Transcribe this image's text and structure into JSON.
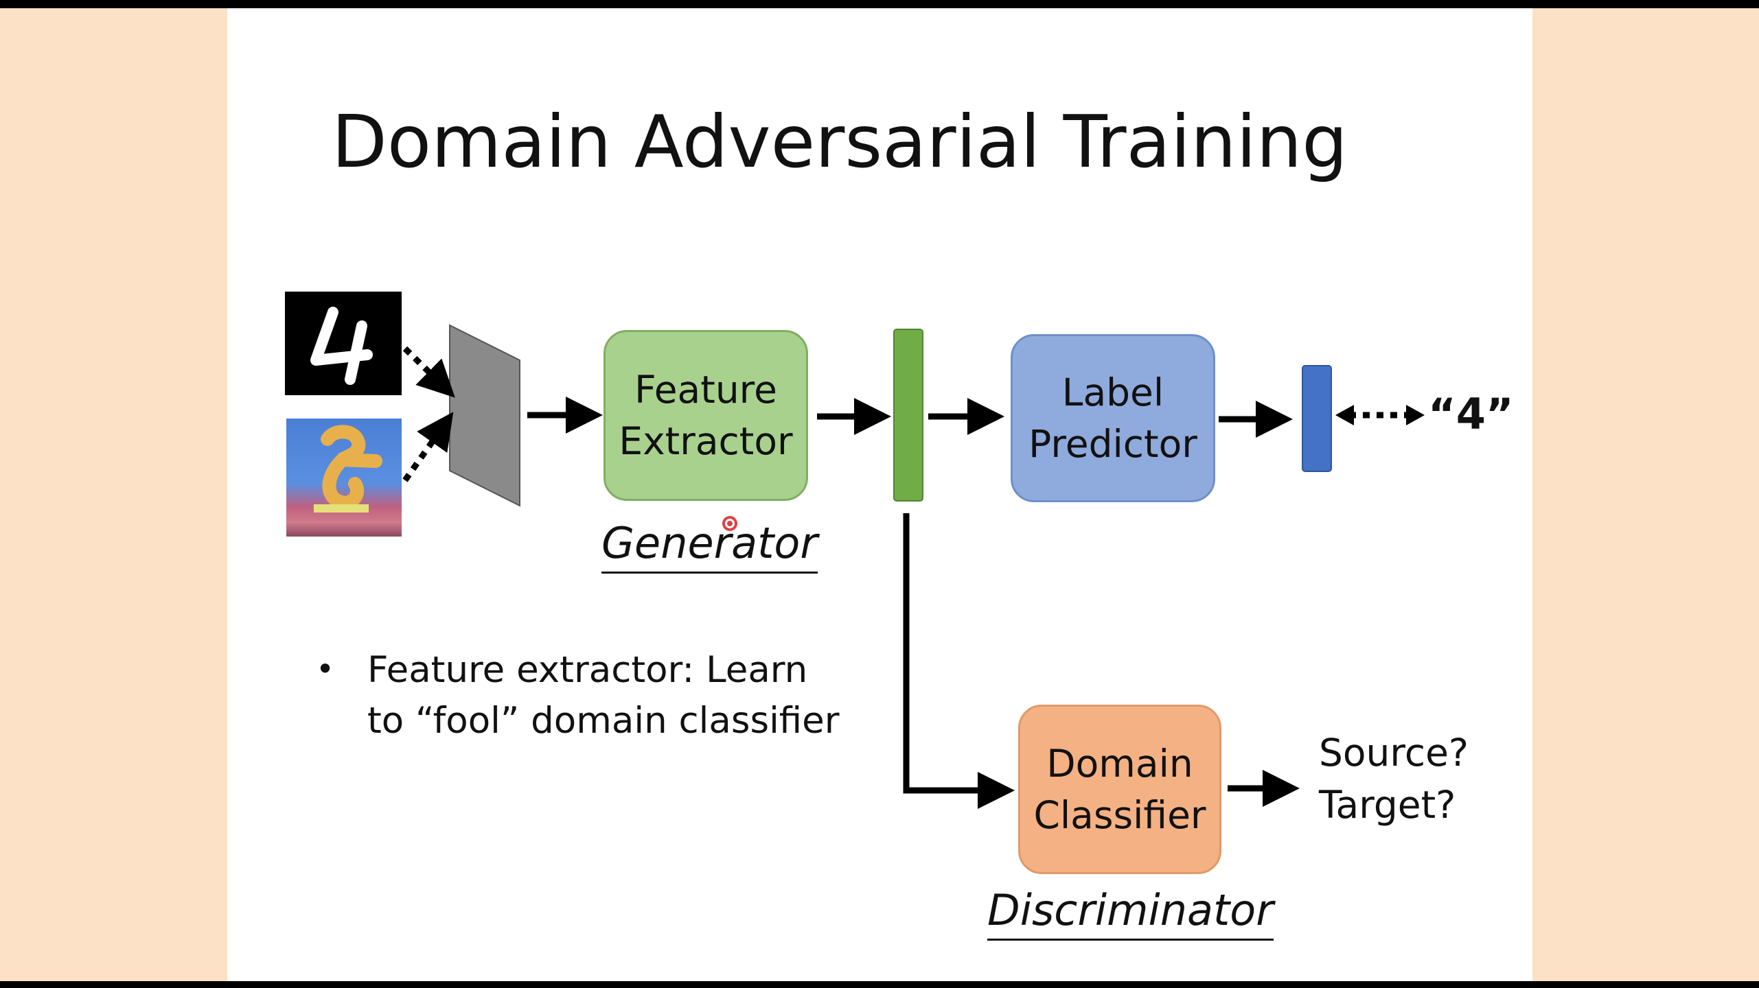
{
  "slide": {
    "title": "Domain Adversarial Training",
    "feature_extractor": {
      "line1": "Feature",
      "line2": "Extractor"
    },
    "label_predictor": {
      "line1": "Label",
      "line2": "Predictor"
    },
    "domain_classifier": {
      "line1": "Domain",
      "line2": "Classifier"
    },
    "generator_label": "Generator",
    "discriminator_label": "Discriminator",
    "output_label": "“4”",
    "domain_output": {
      "line1": "Source?",
      "line2": "Target?"
    },
    "bullet": {
      "line1": "Feature extractor: Learn",
      "line2": "to “fool” domain classifier"
    },
    "input_images": [
      {
        "name": "mnist-digit-4",
        "glyph": "4"
      },
      {
        "name": "mnist-m-digit",
        "glyph": ""
      }
    ]
  },
  "colors": {
    "border_background": "#fde1c6",
    "feature_extractor": "#a9d18e",
    "label_predictor": "#8faadc",
    "domain_classifier": "#f4b183",
    "feature_vector": "#70ad47",
    "label_vector": "#4472c4"
  }
}
